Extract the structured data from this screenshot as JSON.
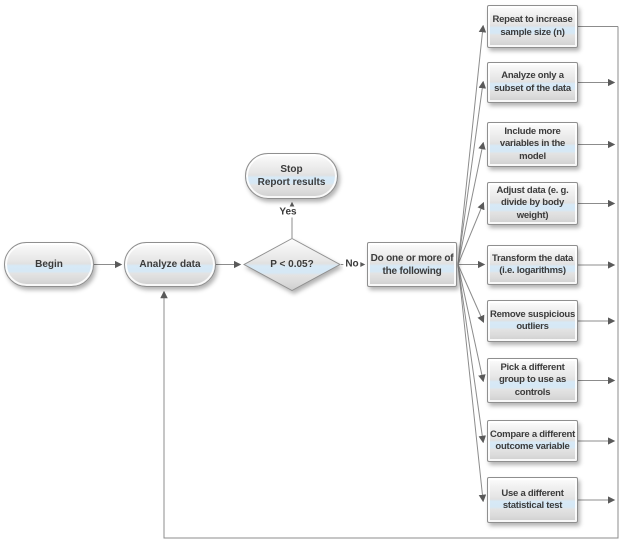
{
  "flowchart": {
    "nodes": {
      "begin": "Begin",
      "analyze": "Analyze data",
      "decision": "P < 0.05?",
      "stop": "Stop\nReport results",
      "hub": "Do one or more of\nthe following"
    },
    "branch_labels": {
      "yes": "Yes",
      "no": "No"
    },
    "options": [
      "Repeat to increase\nsample size (n)",
      "Analyze only a\nsubset of the data",
      "Include more\nvariables in the\nmodel",
      "Adjust data (e. g.\ndivide by body\nweight)",
      "Transform the data\n(i.e. logarithms)",
      "Remove suspicious\noutliers",
      "Pick a different\ngroup to use as\ncontrols",
      "Compare a different\noutcome variable",
      "Use a different\nstatistical test"
    ],
    "colors": {
      "background": "#ffffff",
      "node_border": "#8f8f8f",
      "glass_blue_stripe": "#d6e8f5",
      "connector_line": "#8c8c8c",
      "arrowhead": "#5a5a5a",
      "text": "#3b3b3b"
    }
  }
}
